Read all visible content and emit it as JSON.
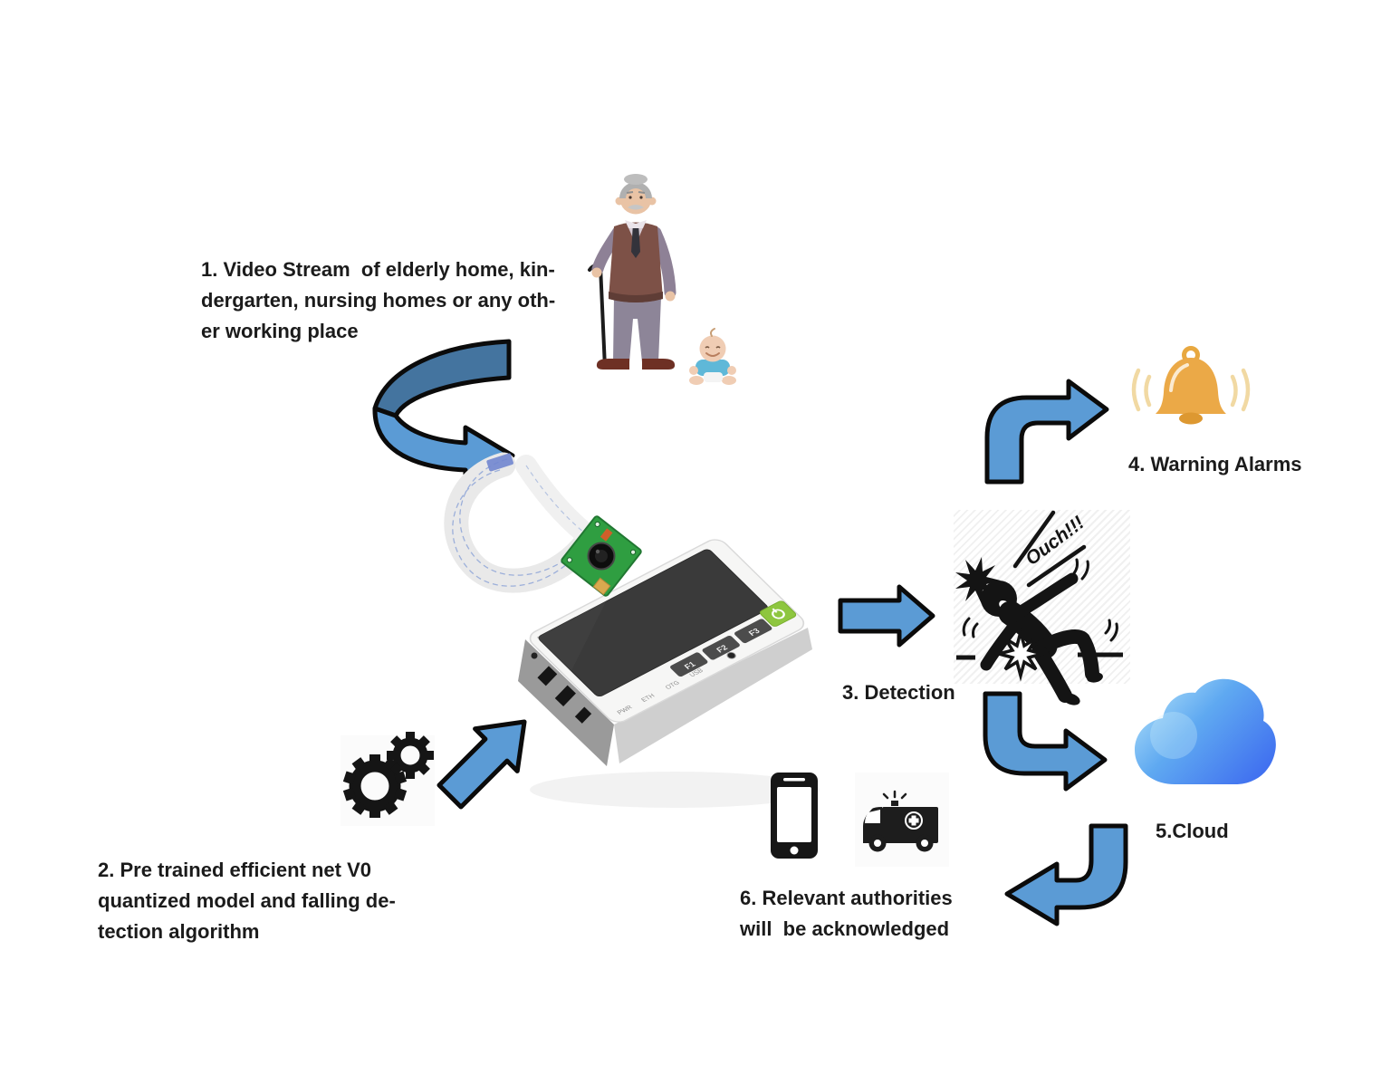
{
  "meta": {
    "description": "Fall detection system workflow diagram with edge device, camera and cloud alerts"
  },
  "colors": {
    "arrow_fill": "#5b9bd5",
    "arrow_fill_dark": "#44749f",
    "arrow_outline": "#0b0b0b",
    "bell_orange": "#eba947",
    "bell_wave": "#f1d9a3",
    "cloud_light": "#aedff9",
    "cloud_dark": "#3e6cf0",
    "pcb_green": "#2f9e41",
    "power_button_green": "#8ec63f",
    "text": "#1b1b1b"
  },
  "steps": {
    "s1": {
      "line1": "1. Video Stream  of elderly home, kin-",
      "line2": "dergarten, nursing homes or any oth-",
      "line3": "er working place"
    },
    "s2": {
      "line1": "2. Pre trained efficient net V0",
      "line2": "quantized model and falling de-",
      "line3": "tection algorithm"
    },
    "s3": {
      "label": "3. Detection"
    },
    "s4": {
      "label": "4. Warning Alarms"
    },
    "s5": {
      "label": "5.Cloud"
    },
    "s6": {
      "line1": "6. Relevant authorities",
      "line2": "will  be acknowledged"
    }
  },
  "detection": {
    "exclamation": "Ouch!!!"
  },
  "device": {
    "function_buttons": [
      "F1",
      "F2",
      "F3"
    ],
    "port_labels": [
      "PWR",
      "ETH",
      "OTG",
      "USB"
    ]
  },
  "icons": [
    "elderly-man-icon",
    "baby-icon",
    "camera-module-icon",
    "ribbon-cable",
    "edge-device-icon",
    "gears-icon",
    "falling-person-icon",
    "bell-icon",
    "cloud-icon",
    "phone-icon",
    "ambulance-icon"
  ]
}
